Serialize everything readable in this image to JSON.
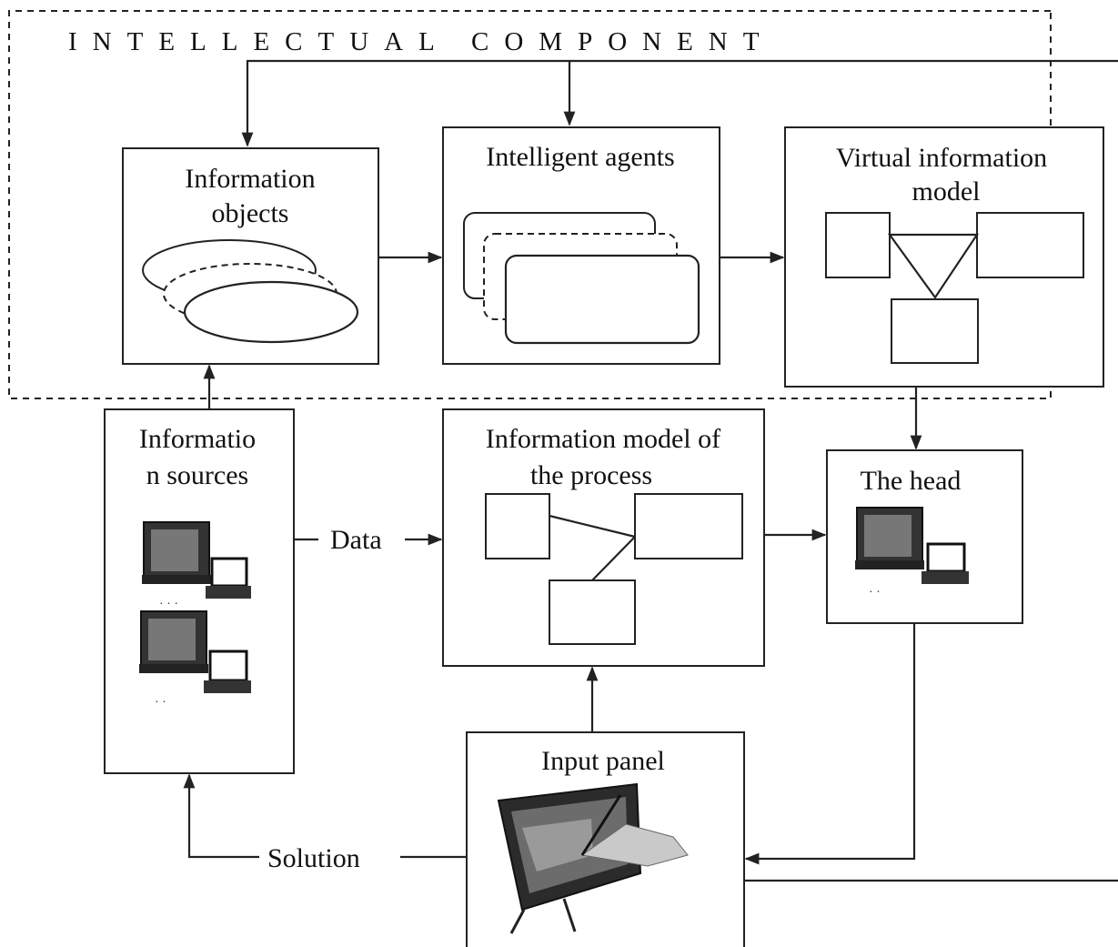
{
  "title": "INTELLECTUAL COMPONENT",
  "blocks": {
    "information_objects": {
      "line1": "Information",
      "line2": "objects"
    },
    "intelligent_agents": {
      "line1": "Intelligent agents"
    },
    "virtual_model": {
      "line1": "Virtual information",
      "line2": "model"
    },
    "information_sources": {
      "line1": "Informatio",
      "line2": "n sources"
    },
    "process_model": {
      "line1": "Information model of",
      "line2": "the process"
    },
    "head": {
      "line1": "The head"
    },
    "input_panel": {
      "line1": "Input panel"
    }
  },
  "edge_labels": {
    "data": "Data",
    "solution": "Solution"
  },
  "icons": [
    "computer-icon",
    "laptop-icon",
    "tablet-pen-icon"
  ],
  "colors": {
    "ink": "#222222",
    "background": "#ffffff"
  }
}
